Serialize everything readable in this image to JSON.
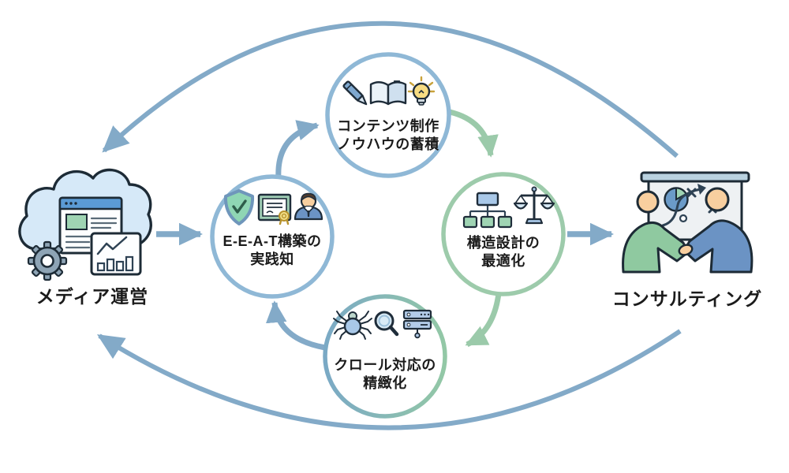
{
  "hubs": {
    "media": {
      "label": "メディア運営"
    },
    "consulting": {
      "label": "コンサルティング"
    }
  },
  "nodes": {
    "content": {
      "line1": "コンテンツ制作",
      "line2": "ノウハウの蓄積",
      "icons": [
        "pen-icon",
        "open-book-icon",
        "lightbulb-icon"
      ],
      "border_color": "#8fb8d6"
    },
    "structure": {
      "line1": "構造設計の",
      "line2": "最適化",
      "icons": [
        "sitemap-icon",
        "balance-scale-icon"
      ],
      "border_color": "#9dcbab"
    },
    "crawl": {
      "line1": "クロール対応の",
      "line2": "精緻化",
      "icons": [
        "spider-icon",
        "magnifier-icon",
        "server-icon"
      ],
      "border_color_left": "#7aa9c5",
      "border_color_right": "#93c8a6"
    },
    "eeat": {
      "line1": "E-E-A-T構築の",
      "line2": "実践知",
      "icons": [
        "shield-check-icon",
        "certificate-icon",
        "businessman-icon"
      ],
      "border_color": "#8fb8d6"
    }
  },
  "colors": {
    "arrow_blue": "#83aac8",
    "arrow_green": "#9bcaaa",
    "outline_dark": "#1f2d3a",
    "cloud_fill": "#d6e9f8",
    "browser_header": "#5b9bd5",
    "accent_green": "#9fd4b3",
    "accent_blue": "#a9c8e8",
    "skin": "#f8cf9f",
    "bulb_yellow": "#f7dc82"
  }
}
